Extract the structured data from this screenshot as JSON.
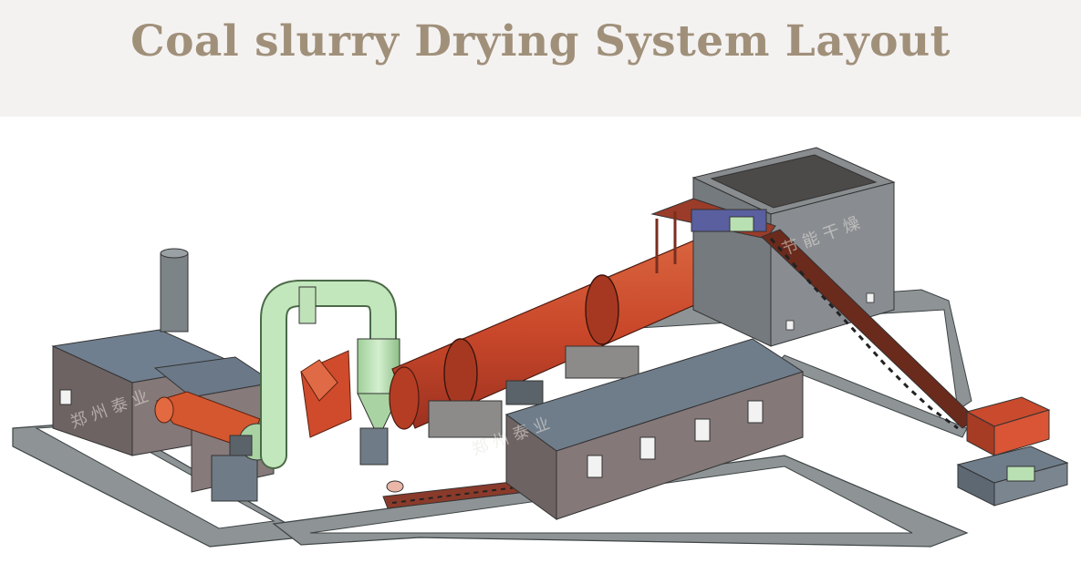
{
  "title": "Coal slurry Drying System Layout",
  "colors": {
    "title_text": "#a0907a",
    "title_band": "#f4f2f1",
    "frame": "#7f8688",
    "building_roof": "#6f7d8c",
    "building_wall": "#7a6e6e",
    "dryer_drum": "#d1502e",
    "cyclone_pipe": "#b7dfb0",
    "conveyor": "#8a3a2a",
    "hopper": "#858a8c"
  },
  "components": [
    {
      "id": "hot-air-furnace",
      "icon": "furnace"
    },
    {
      "id": "chimney",
      "icon": "chimney"
    },
    {
      "id": "induced-draft-fan",
      "icon": "fan"
    },
    {
      "id": "cyclone-dust-collector",
      "icon": "cyclone"
    },
    {
      "id": "rotary-drum-dryer",
      "icon": "drum"
    },
    {
      "id": "feed-bin",
      "icon": "hopper"
    },
    {
      "id": "belt-conveyor",
      "icon": "conveyor"
    },
    {
      "id": "discharge-conveyor",
      "icon": "conveyor"
    },
    {
      "id": "control-room",
      "icon": "building"
    },
    {
      "id": "breaker-feeder",
      "icon": "feeder"
    }
  ]
}
